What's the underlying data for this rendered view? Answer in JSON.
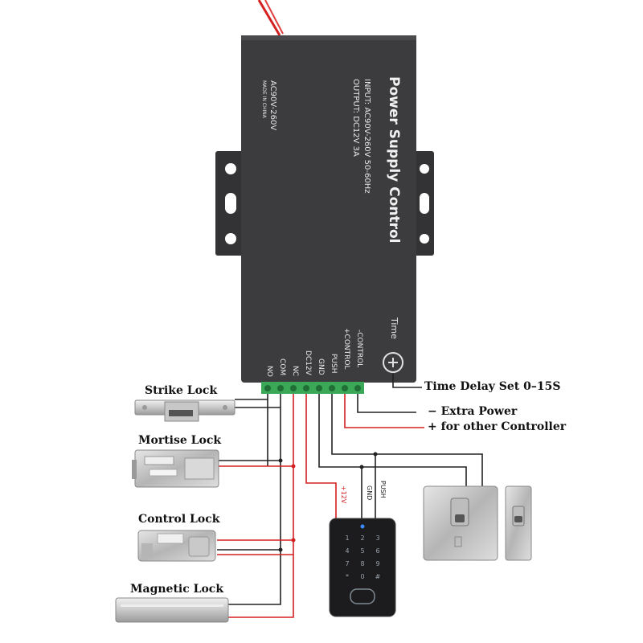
{
  "device": {
    "title": "Power Supply Control",
    "input_spec": "INPUT: AC90V-260V 50-60Hz",
    "output_spec": "OUTPUT: DC12V 3A",
    "ac_label": "AC90V-260V",
    "origin": "MADE IN CHINA",
    "time_label": "Time",
    "terminals": [
      "-CONTROL",
      "+CONTROL",
      "PUSH",
      "GND",
      "DC12V",
      "NC",
      "COM",
      "NO"
    ]
  },
  "labels": {
    "time_delay": "Time Delay Set 0–15S",
    "extra_power_minus": "−  Extra Power",
    "extra_power_plus": "+  for other Controller",
    "strike_lock": "Strike Lock",
    "mortise_lock": "Mortise Lock",
    "control_lock": "Control Lock",
    "magnetic_lock": "Magnetic Lock",
    "v12": "+12V",
    "gnd": "GND",
    "push": "PUSH"
  },
  "colors": {
    "case": "#3c3c3e",
    "wire_red": "#d42020",
    "wire_black": "#222222",
    "terminal": "#3aa857"
  }
}
